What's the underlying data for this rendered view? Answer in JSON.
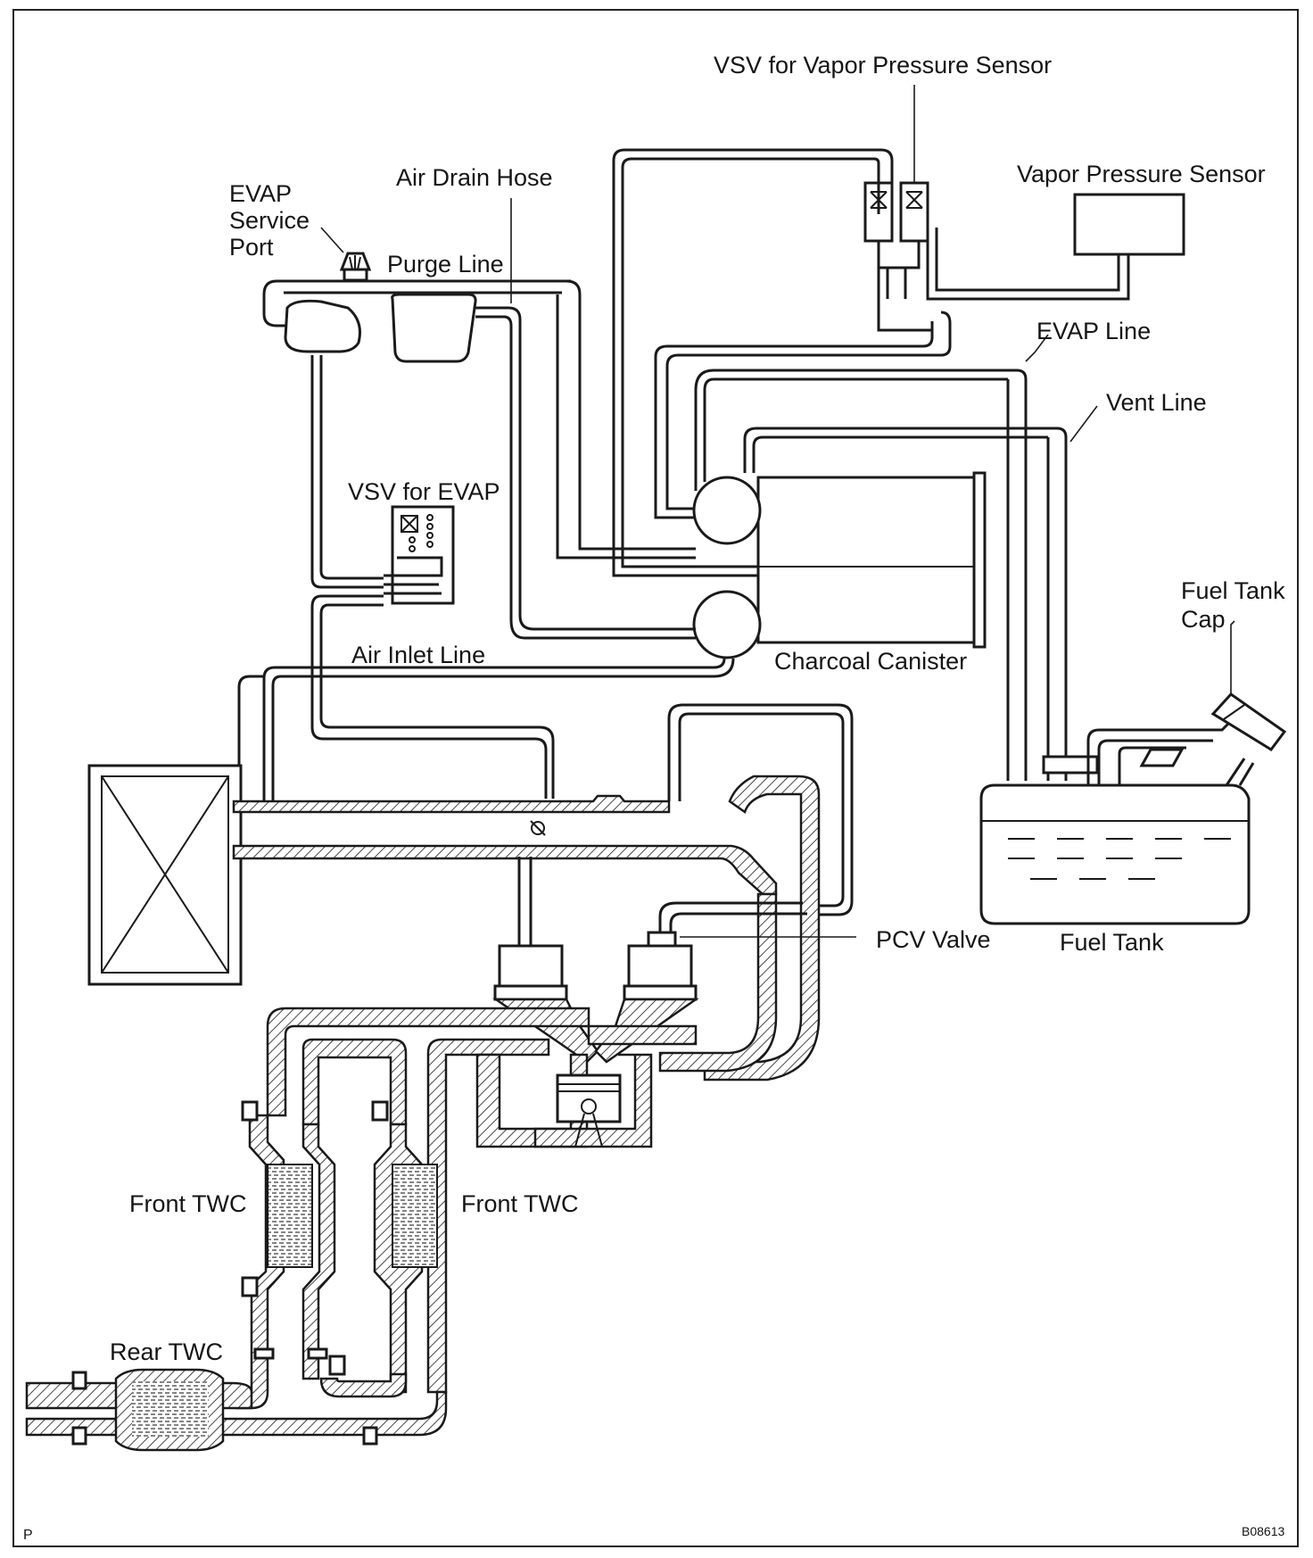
{
  "labels": {
    "vsv_vapor": "VSV for Vapor Pressure Sensor",
    "vapor_sensor": "Vapor Pressure Sensor",
    "air_drain": "Air Drain Hose",
    "evap_port_1": "EVAP",
    "evap_port_2": "Service",
    "evap_port_3": "Port",
    "purge_line": "Purge Line",
    "evap_line": "EVAP Line",
    "vent_line": "Vent Line",
    "vsv_evap": "VSV for EVAP",
    "fuel_cap_1": "Fuel Tank",
    "fuel_cap_2": "Cap",
    "air_inlet": "Air Inlet Line",
    "canister": "Charcoal Canister",
    "pcv": "PCV Valve",
    "fuel_tank": "Fuel Tank",
    "front_twc_left": "Front TWC",
    "front_twc_right": "Front TWC",
    "rear_twc": "Rear TWC"
  },
  "footer": {
    "left_mark": "P",
    "figure_id": "B08613"
  }
}
